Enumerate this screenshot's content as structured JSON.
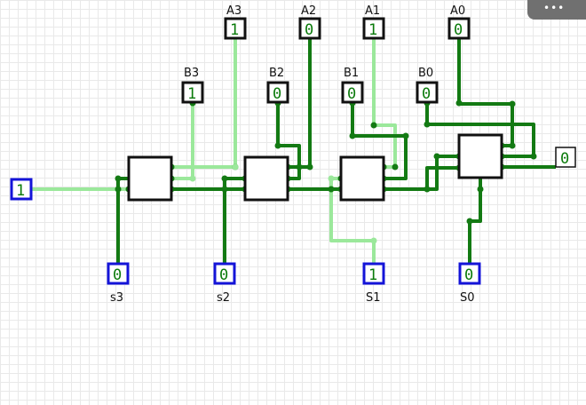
{
  "menu": {
    "dots": "•••"
  },
  "colors": {
    "wire_on": "#9be89b",
    "wire_off": "#137a13",
    "input_border": "#111111",
    "output_border": "#1414d8",
    "gate_border": "#111111",
    "value_text": "#0a7a0a"
  },
  "inputs": {
    "A3": {
      "label": "A3",
      "value": "1"
    },
    "A2": {
      "label": "A2",
      "value": "0"
    },
    "A1": {
      "label": "A1",
      "value": "1"
    },
    "A0": {
      "label": "A0",
      "value": "0"
    },
    "B3": {
      "label": "B3",
      "value": "1"
    },
    "B2": {
      "label": "B2",
      "value": "0"
    },
    "B1": {
      "label": "B1",
      "value": "0"
    },
    "B0": {
      "label": "B0",
      "value": "0"
    },
    "cin": {
      "label": "",
      "value": "1"
    }
  },
  "outputs": {
    "s3": {
      "label": "s3",
      "value": "0"
    },
    "s2": {
      "label": "s2",
      "value": "0"
    },
    "s1": {
      "label": "S1",
      "value": "1"
    },
    "s0": {
      "label": "S0",
      "value": "0"
    },
    "cout": {
      "label": "",
      "value": "0"
    }
  },
  "adders": [
    "full-adder-3",
    "full-adder-2",
    "full-adder-1",
    "full-adder-0"
  ]
}
